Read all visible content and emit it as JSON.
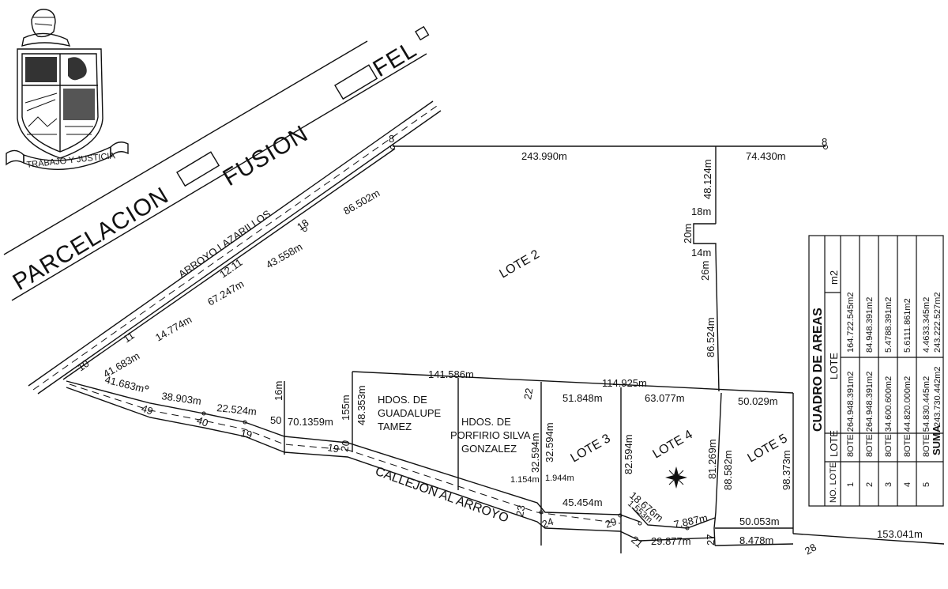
{
  "crest": {
    "motto": "TRABAJO Y JUSTICIA"
  },
  "roads": {
    "parcelacion": "PARCELACION",
    "fusion": "FUSION",
    "fel": "FEL",
    "arroyo": "ARROYO LAZARILLOS",
    "callejon": "CALLEJON AL ARROYO"
  },
  "lots": {
    "lote2": "LOTE 2",
    "lote3": "LOTE 3",
    "lote4": "LOTE 4",
    "lote5": "LOTE 5",
    "hdos_guadalupe": [
      "HDOS. DE",
      "GUADALUPE",
      "TAMEZ"
    ],
    "hdos_porfirio": [
      "HDOS. DE",
      "PORFIRIO SILVA",
      "GONZALEZ"
    ]
  },
  "measures": {
    "m243990": "243.990m",
    "m74430": "74.430m",
    "m48124": "48.124m",
    "m18": "18m",
    "m20": "20m",
    "m14": "14m",
    "m26": "26m",
    "m86524": "86.524m",
    "m86502": "86.502m",
    "m43558": "43.558m",
    "m67247": "67.247m",
    "m14774": "14.774m",
    "m41683a": "41.683m",
    "m41683b": "41.683m",
    "m38903": "38.903m",
    "m22524": "22.524m",
    "m16": "16m",
    "m50": "50",
    "m701359": "70.1359m",
    "m155": "155m",
    "m48353": "48.353m",
    "m141586": "141.586m",
    "m114925": "114.925m",
    "m51848": "51.848m",
    "m63077": "63.077m",
    "m50029": "50.029m",
    "m32594a": "32.594m",
    "m32594b": "32.594m",
    "m1154": "1.154m",
    "m1944": "1.944m",
    "m45454": "45.454m",
    "m82594": "82.594m",
    "m18676": "18.676m",
    "m1553": "1.553m",
    "m81269": "81.269m",
    "m88582": "88.582m",
    "m98373": "98.373m",
    "m7887": "7.887m",
    "m50053": "50.053m",
    "m29877": "29.877m",
    "m8478": "8.478m",
    "m153041": "153.041m"
  },
  "points": {
    "p8a": "8",
    "p8b": "8",
    "p18": "18",
    "p1211": "12.11",
    "p11": "11",
    "p10": "10",
    "p49": "49",
    "p40": "40",
    "p19a": "19",
    "p19b": "19",
    "p20": "20",
    "p22": "22",
    "p23": "23",
    "p24": "24",
    "p29": "29",
    "p21": "21",
    "p27": "27",
    "p28": "28"
  },
  "table": {
    "title": "CUADRO DE AREAS",
    "col_no": "NO. LOTE",
    "col_lote": "LOTE",
    "col_m2": "m2",
    "rows": [
      {
        "no": "1",
        "lote": "8OTE 2",
        "a": "64.948.391m2",
        "b": "164.722.545m2"
      },
      {
        "no": "2",
        "lote": "8OTE 2",
        "a": "64.948.391m2",
        "b": "84.948.391m2"
      },
      {
        "no": "3",
        "lote": "8OTE 3",
        "a": "4.600.600m2",
        "b": "5.4788.391m2"
      },
      {
        "no": "4",
        "lote": "8OTE 4",
        "a": "4.820.000m2",
        "b": "5.6111.861m2"
      },
      {
        "no": "5",
        "lote": "8OTE 5",
        "a": "4.830.445m2",
        "b": "4.4633.345m2"
      }
    ],
    "suma_label": "SUMA",
    "suma_a": "243.730.442m2",
    "suma_b": "243.222.527m2"
  }
}
